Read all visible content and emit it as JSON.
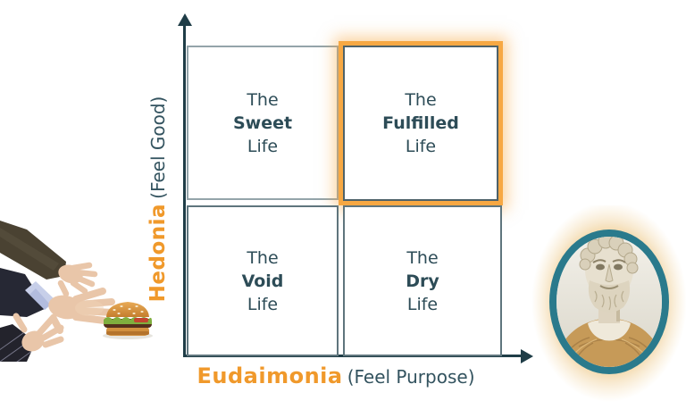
{
  "matrix": {
    "y_axis": {
      "title": "Hedonia",
      "subtitle": "(Feel Good)"
    },
    "x_axis": {
      "title": "Eudaimonia",
      "subtitle": "(Feel Purpose)"
    },
    "quadrants": {
      "top_left": {
        "line1": "The",
        "line2": "Sweet",
        "line3": "Life",
        "highlighted": false
      },
      "top_right": {
        "line1": "The",
        "line2": "Fulfilled",
        "line3": "Life",
        "highlighted": true
      },
      "bottom_left": {
        "line1": "The",
        "line2": "Void",
        "line3": "Life",
        "highlighted": false
      },
      "bottom_right": {
        "line1": "The",
        "line2": "Dry",
        "line3": "Life",
        "highlighted": false
      }
    }
  },
  "illustrations": {
    "left": "hands-reaching-for-hamburger-photo",
    "right": "aristotle-bust-in-oval-frame"
  },
  "colors": {
    "accent_orange": "#F0992B",
    "highlight_glow": "#F7A843",
    "text_dark_slate": "#2D4C57",
    "axis_line": "#1F3D47",
    "portrait_ring_teal": "#2A7A8C"
  }
}
